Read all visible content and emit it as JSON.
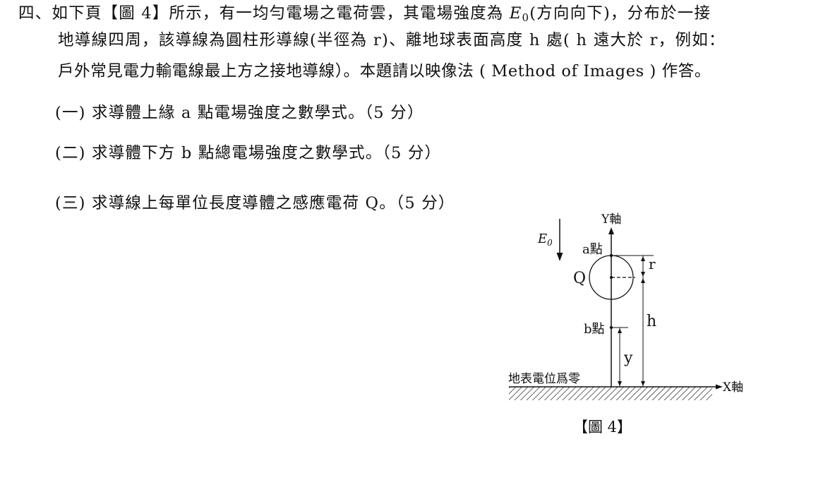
{
  "problem": {
    "number": "四、",
    "line1_pre": "如下頁【圖 4】所示，有一均勻電場之電荷雲，其電場強度為 ",
    "E0_symbol": "E",
    "E0_sub": "0",
    "line1_post": "(方向向下)，分布於一接",
    "line2": "地導線四周，該導線為圓柱形導線(半徑為 r)、離地球表面高度 h 處( h 遠大於 r，例如：",
    "line3": "戶外常見電力輸電線最上方之接地導線）。本題請以映像法 ( Method of Images ) 作答。"
  },
  "questions": [
    {
      "text": "(一) 求導體上緣 a 點電場強度之數學式。（5 分）"
    },
    {
      "text": "(二) 求導體下方 b 點總電場強度之數學式。（5 分）"
    },
    {
      "text": "(三) 求導線上每單位長度導體之感應電荷 Q。（5 分）"
    }
  ],
  "figure": {
    "y_axis_label": "Y軸",
    "x_axis_label": "X軸",
    "field_label": "E",
    "field_label_sub": "0",
    "point_a_label": "a點",
    "point_b_label": "b點",
    "charge_label": "Q",
    "radius_label": "r",
    "height_label": "h",
    "y_label": "y",
    "ground_label": "地表電位爲零",
    "caption": "【圖 4】"
  }
}
